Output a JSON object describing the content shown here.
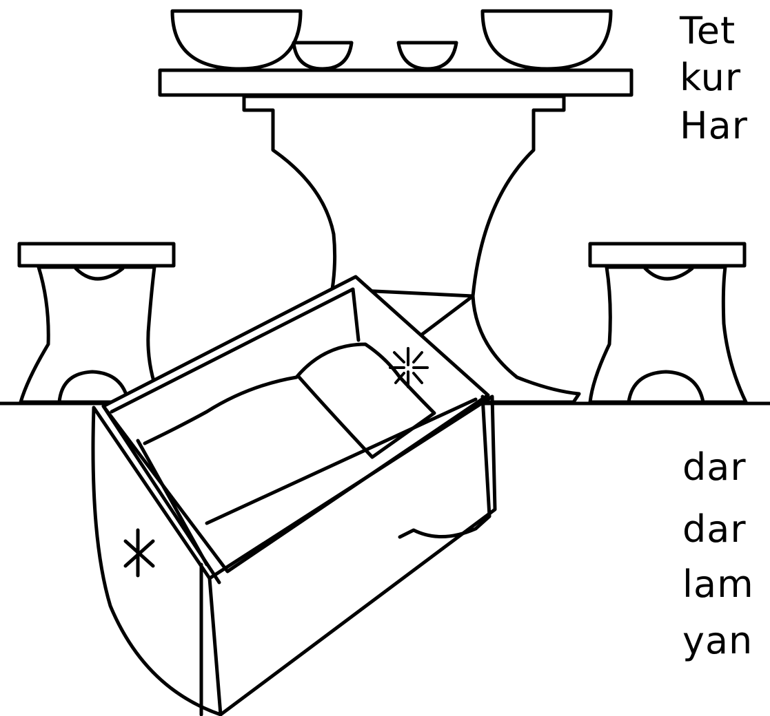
{
  "colors": {
    "ink": "#000000",
    "paper": "#ffffff"
  },
  "top_text": [
    "Tet",
    "kur",
    "Har"
  ],
  "bottom_text": [
    "dar",
    "dar",
    "lam",
    "yan"
  ]
}
